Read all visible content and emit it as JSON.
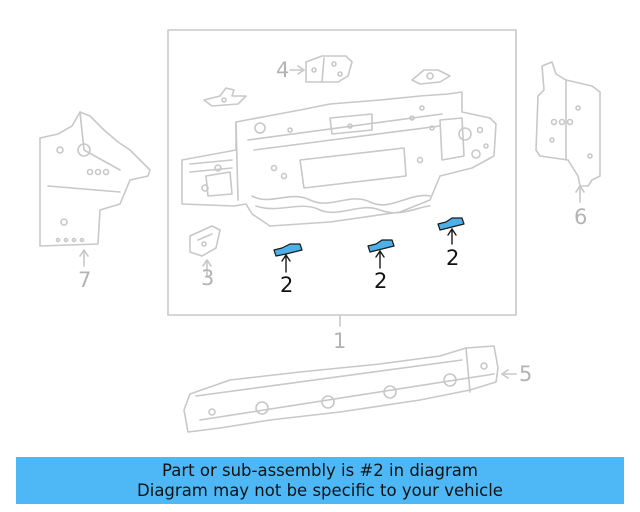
{
  "colors": {
    "part_line": "#c8c8c8",
    "highlight_fill": "#4db0e8",
    "highlight_stroke": "#1a1a1a",
    "banner_bg": "#4db8f5"
  },
  "callouts": {
    "c1": "1",
    "c2a": "2",
    "c2b": "2",
    "c2c": "2",
    "c3": "3",
    "c4": "4",
    "c5": "5",
    "c6": "6",
    "c7": "7"
  },
  "banner": {
    "line1": "Part or sub-assembly is #2 in diagram",
    "line2": "Diagram may not be specific to your vehicle"
  }
}
